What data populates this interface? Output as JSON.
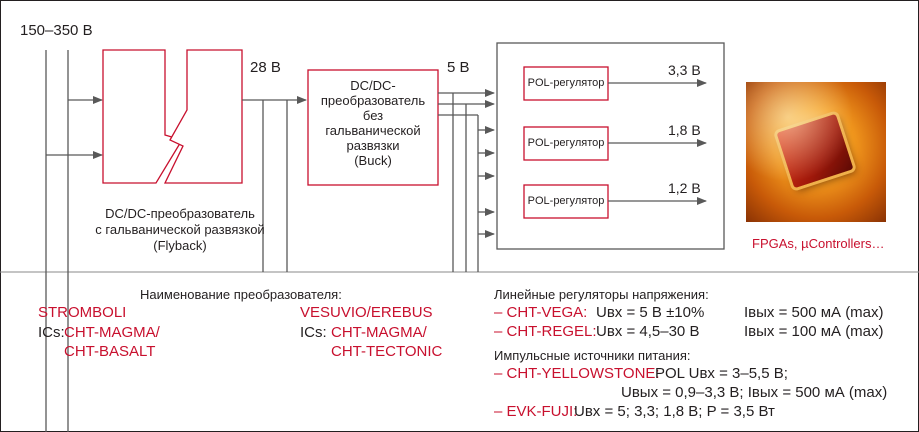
{
  "diagram": {
    "input_voltage": "150–350 В",
    "bus_28v": "28 В",
    "bus_5v": "5 В",
    "flyback_caption": [
      "DC/DC-преобразователь",
      "с гальванической развязкой",
      "(Flyback)"
    ],
    "buck_label": [
      "DC/DC-",
      "преобразователь",
      "без",
      "гальванической",
      "развязки",
      "(Buck)"
    ],
    "pol_label": "POL-регулятор",
    "outputs": [
      "3,3 В",
      "1,8 В",
      "1,2 В"
    ],
    "load_caption": "FPGAs, µControllers…"
  },
  "lower": {
    "converters_heading": "Наименование преобразователя:",
    "stromboli": "STROMBOLI",
    "vesuvio": "VESUVIO/EREBUS",
    "ics_label": "ICs:",
    "stromboli_ics": [
      "CHT-MAGMA/",
      "CHT-BASALT"
    ],
    "vesuvio_ics": [
      "CHT-MAGMA/",
      "CHT-TECTONIC"
    ],
    "linear_heading": "Линейные регуляторы напряжения:",
    "vega_name": "– CHT-VEGA:",
    "vega_vin": "Uвх = 5 В ±10%",
    "vega_iout": "Iвых = 500 мА (max)",
    "regel_name": "– CHT-REGEL:",
    "regel_vin": "Uвх = 4,5–30 В",
    "regel_iout": "Iвых = 100 мА (max)",
    "pulse_heading": "Импульсные источники питания:",
    "yellowstone_name": "– CHT-YELLOWSTONE:",
    "yellowstone_line1": "POL Uвх = 3–5,5 В;",
    "yellowstone_line2": "Uвых = 0,9–3,3 В; Iвых = 500 мА (max)",
    "fuji_name": "– EVK-FUJI:",
    "fuji_spec": "Uвх = 5; 3,3; 1,8 В;  P = 3,5 Вт"
  },
  "colors": {
    "accent": "#c8102e",
    "line": "#595959",
    "text": "#231f20"
  }
}
